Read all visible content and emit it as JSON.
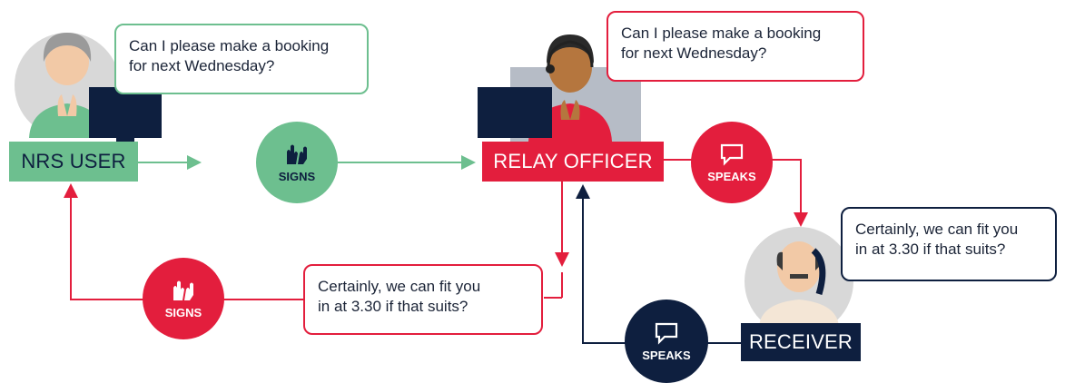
{
  "colors": {
    "green": "#6dbf8f",
    "red": "#e31e3d",
    "navy": "#0e1f3f",
    "grey": "#d8d8d8"
  },
  "nrs_user": {
    "label": "NRS USER",
    "bubble": "Can I please make a booking\nfor next Wednesday?"
  },
  "relay_officer": {
    "label": "RELAY OFFICER",
    "bubble": "Can I please make a booking\nfor next Wednesday?"
  },
  "receiver": {
    "label": "RECEIVER",
    "bubble": "Certainly, we can fit you\nin at 3.30 if that suits?"
  },
  "return_bubble": "Certainly, we can fit you\nin at 3.30 if that suits?",
  "actions": {
    "signs_top": "SIGNS",
    "speaks_top": "SPEAKS",
    "signs_bottom": "SIGNS",
    "speaks_bottom": "SPEAKS"
  }
}
